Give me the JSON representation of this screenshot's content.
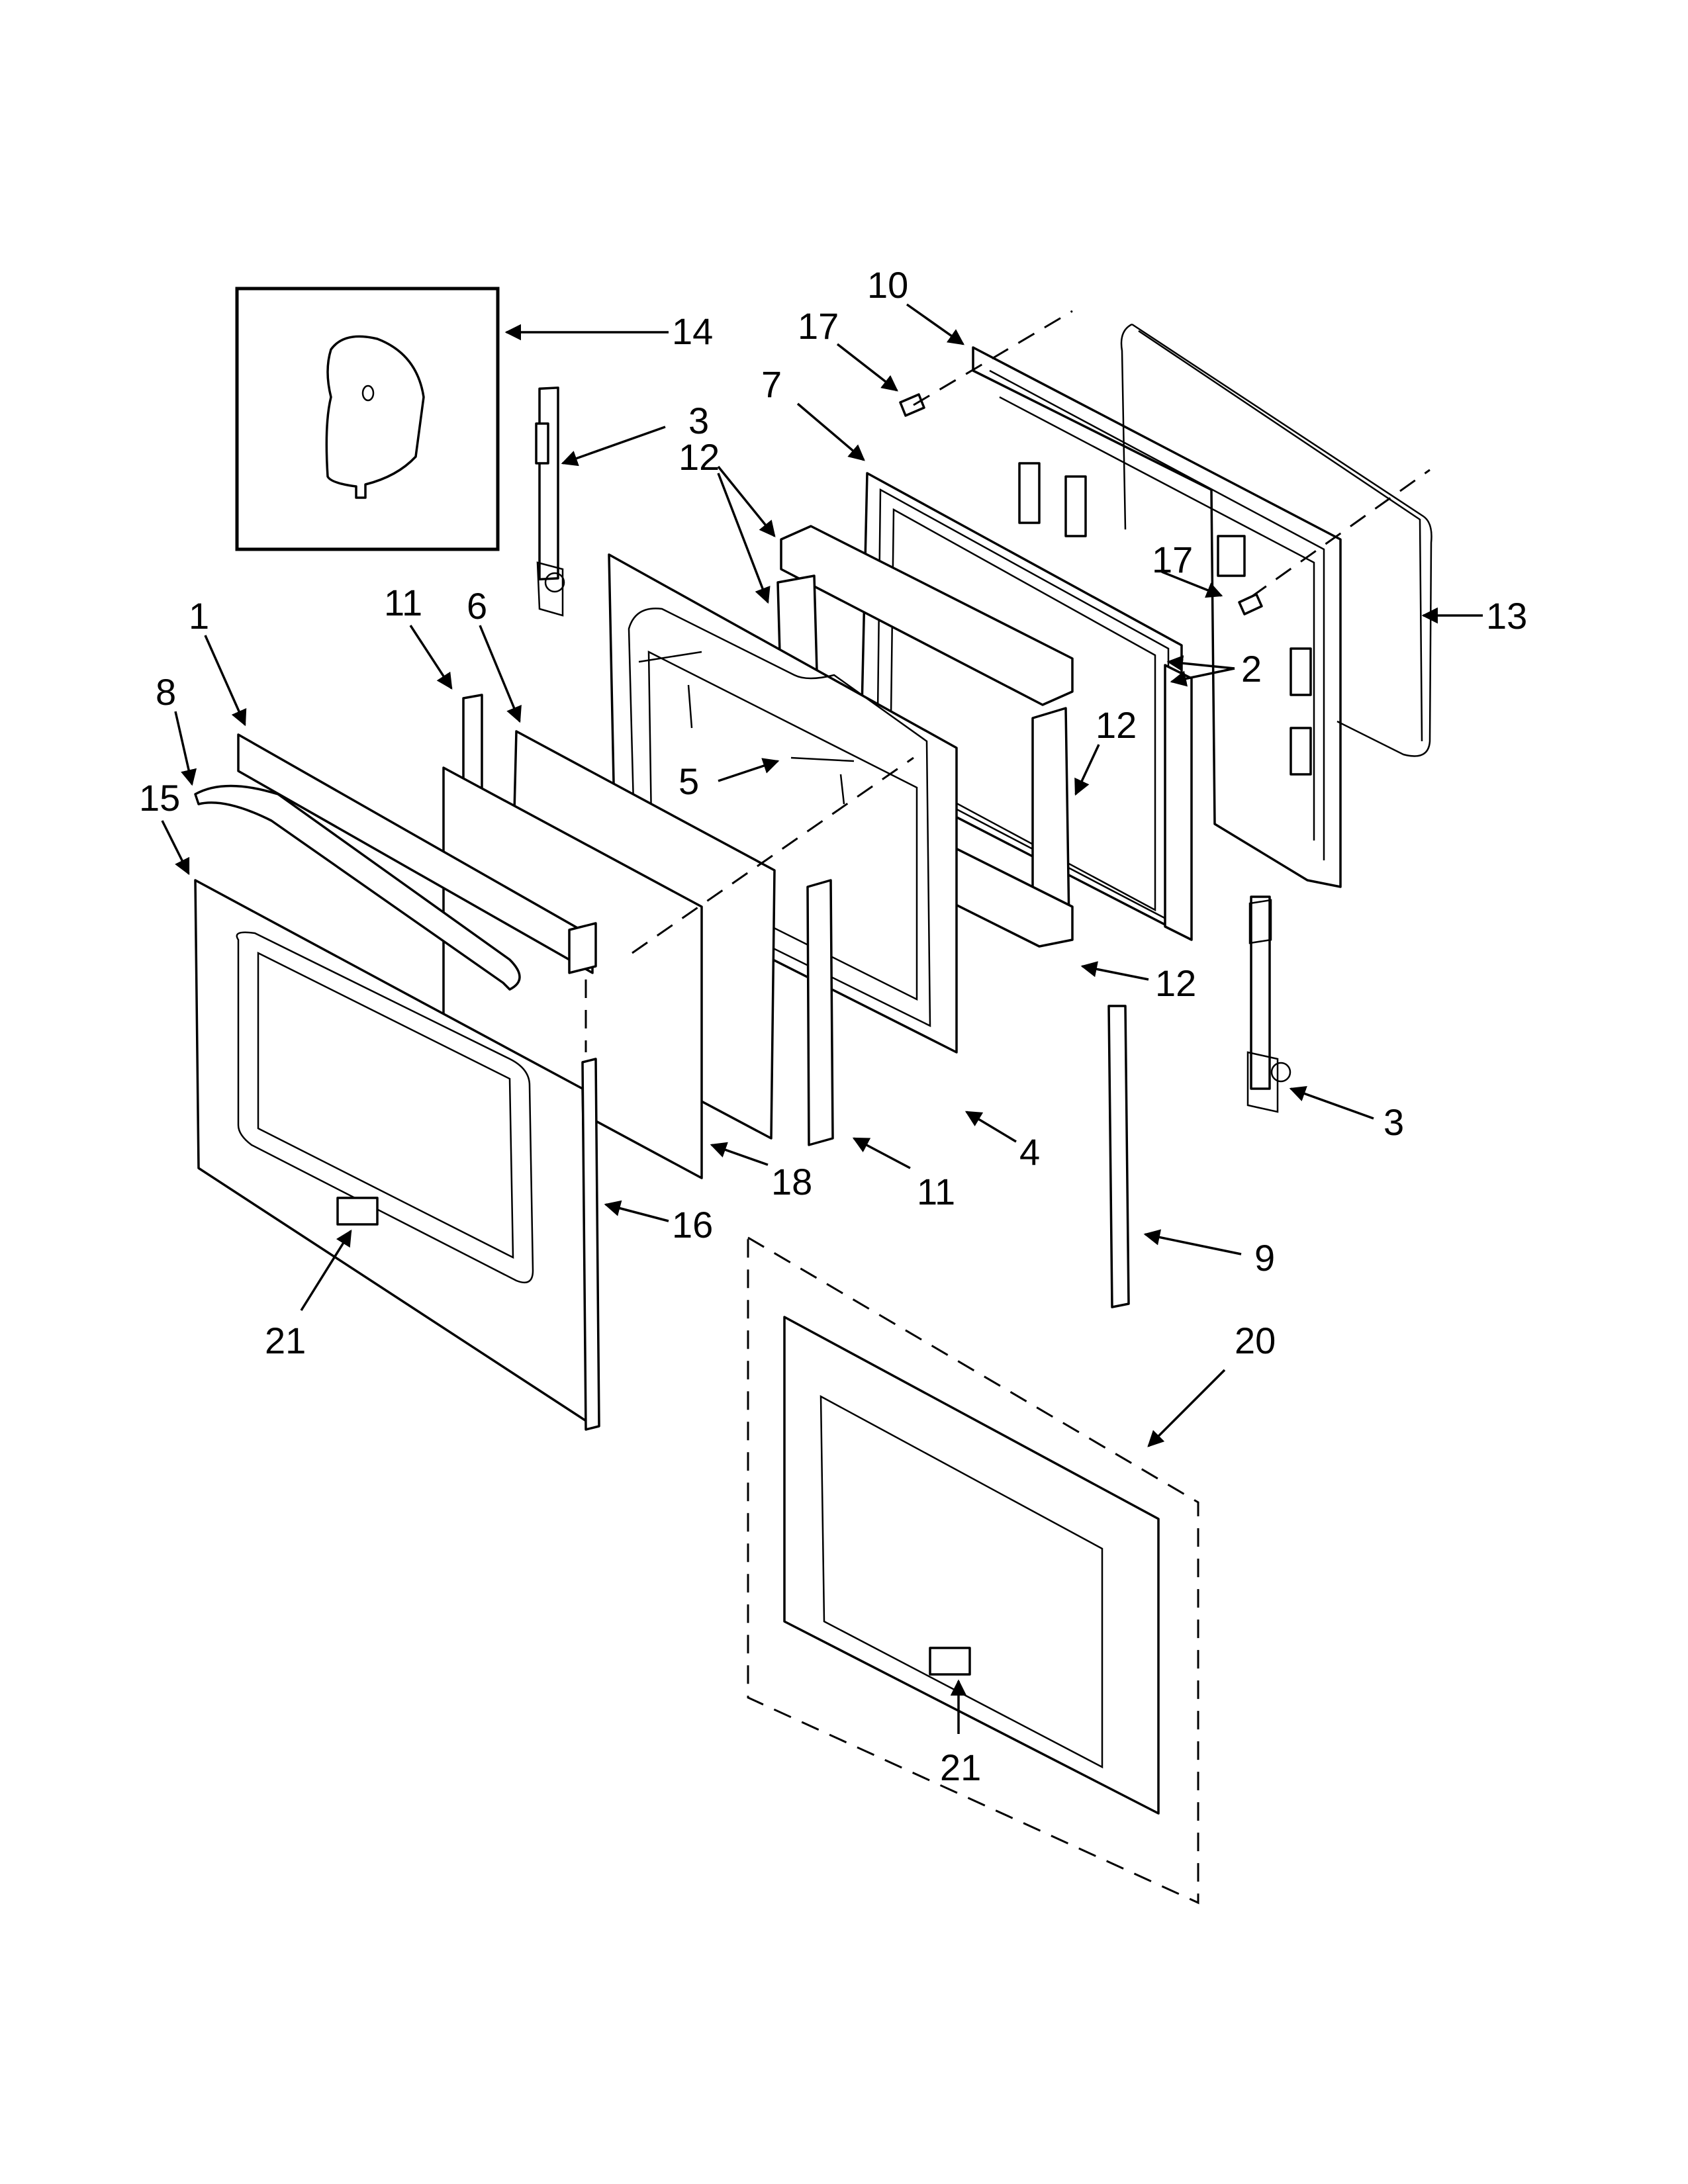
{
  "diagram": {
    "callouts": [
      {
        "id": "c10",
        "text": "10"
      },
      {
        "id": "c17a",
        "text": "17"
      },
      {
        "id": "c7",
        "text": "7"
      },
      {
        "id": "c14",
        "text": "14"
      },
      {
        "id": "c3a",
        "text": "3"
      },
      {
        "id": "c12a",
        "text": "12"
      },
      {
        "id": "c17b",
        "text": "17"
      },
      {
        "id": "c13",
        "text": "13"
      },
      {
        "id": "c11a",
        "text": "11"
      },
      {
        "id": "c6",
        "text": "6"
      },
      {
        "id": "c1",
        "text": "1"
      },
      {
        "id": "c2",
        "text": "2"
      },
      {
        "id": "c8",
        "text": "8"
      },
      {
        "id": "c12b",
        "text": "12"
      },
      {
        "id": "c15",
        "text": "15"
      },
      {
        "id": "c5",
        "text": "5"
      },
      {
        "id": "c12c",
        "text": "12"
      },
      {
        "id": "c4",
        "text": "4"
      },
      {
        "id": "c3b",
        "text": "3"
      },
      {
        "id": "c18",
        "text": "18"
      },
      {
        "id": "c11b",
        "text": "11"
      },
      {
        "id": "c16",
        "text": "16"
      },
      {
        "id": "c9",
        "text": "9"
      },
      {
        "id": "c21a",
        "text": "21"
      },
      {
        "id": "c20",
        "text": "20"
      },
      {
        "id": "c21b",
        "text": "21"
      }
    ]
  }
}
